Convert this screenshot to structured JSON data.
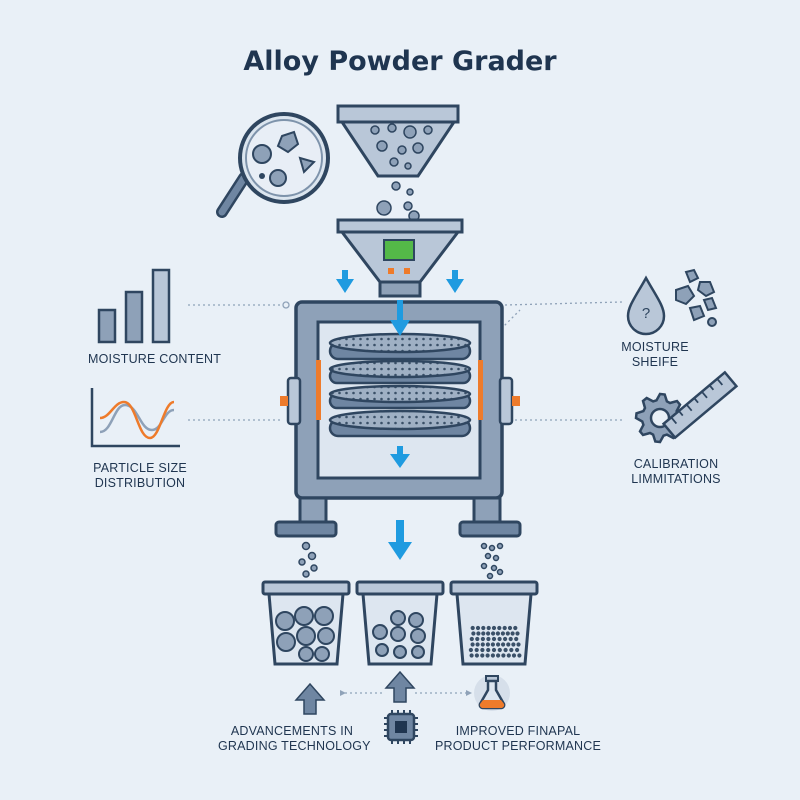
{
  "title": "Alloy Powder Grader",
  "left_labels": {
    "moisture_content": "MOISTURE CONTENT",
    "particle_size_line1": "PARTICLE SIZE",
    "particle_size_line2": "DISTRIBUTION"
  },
  "right_labels": {
    "moisture_shelf_line1": "MOISTURE",
    "moisture_shelf_line2": "SHEIFE",
    "calibration_line1": "CALIBRATION",
    "calibration_line2": "LIMMITATIONS"
  },
  "bottom_labels": {
    "advancements_line1": "ADVANCEMENTS IN",
    "advancements_line2": "GRADING TECHNOLOGY",
    "improved_line1": "IMPROVED FINAPAL",
    "improved_line2": "PRODUCT PERFORMANCE"
  },
  "colors": {
    "background": "#e9f0f7",
    "outline": "#2f4660",
    "machine_fill": "#8ea1b8",
    "panel_fill": "#b9c7d8",
    "arrow_blue": "#1f9be0",
    "accent_orange": "#ee7b2b",
    "display_green": "#54b948"
  },
  "icons": [
    "magnifier-icon",
    "bar-chart-icon",
    "line-chart-icon",
    "droplet-icon",
    "gear-ruler-icon",
    "microchip-icon",
    "flask-icon"
  ]
}
